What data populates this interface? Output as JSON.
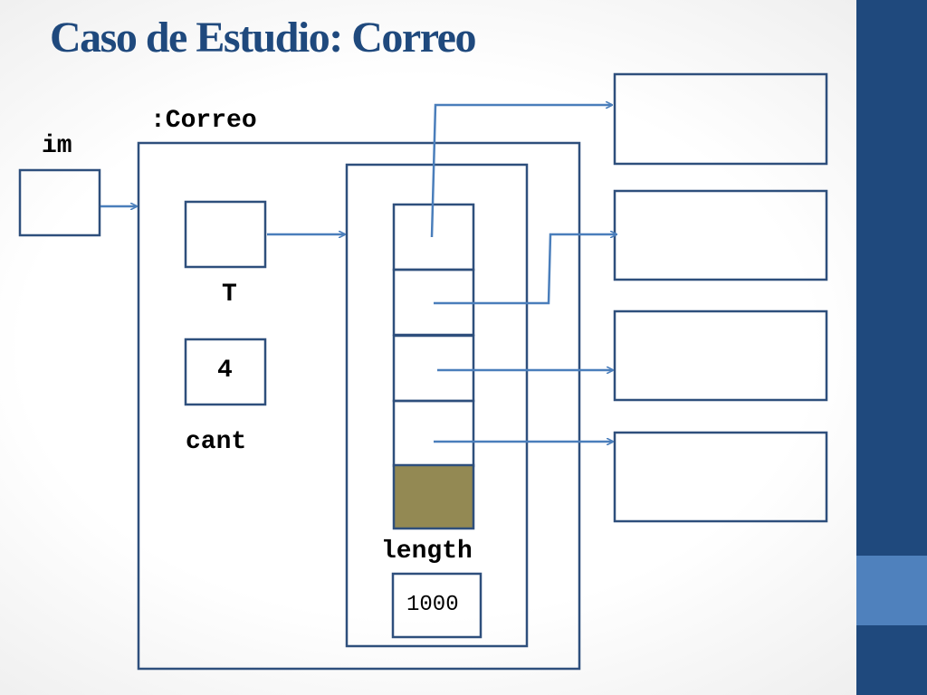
{
  "slide": {
    "title": "Caso de Estudio: Correo"
  },
  "diagram": {
    "object_label": ":Correo",
    "ref_var_label": "im",
    "array_ref_label": "T",
    "count_label": "cant",
    "count_value": "4",
    "length_label": "length",
    "length_value": "1000"
  },
  "colors": {
    "title": "#1f497d",
    "box_border": "#2e4f7c",
    "arrow": "#4a7ebb",
    "filled_cell": "#938953",
    "side_bar": "#1f497d",
    "side_accent": "#4f81bd"
  }
}
